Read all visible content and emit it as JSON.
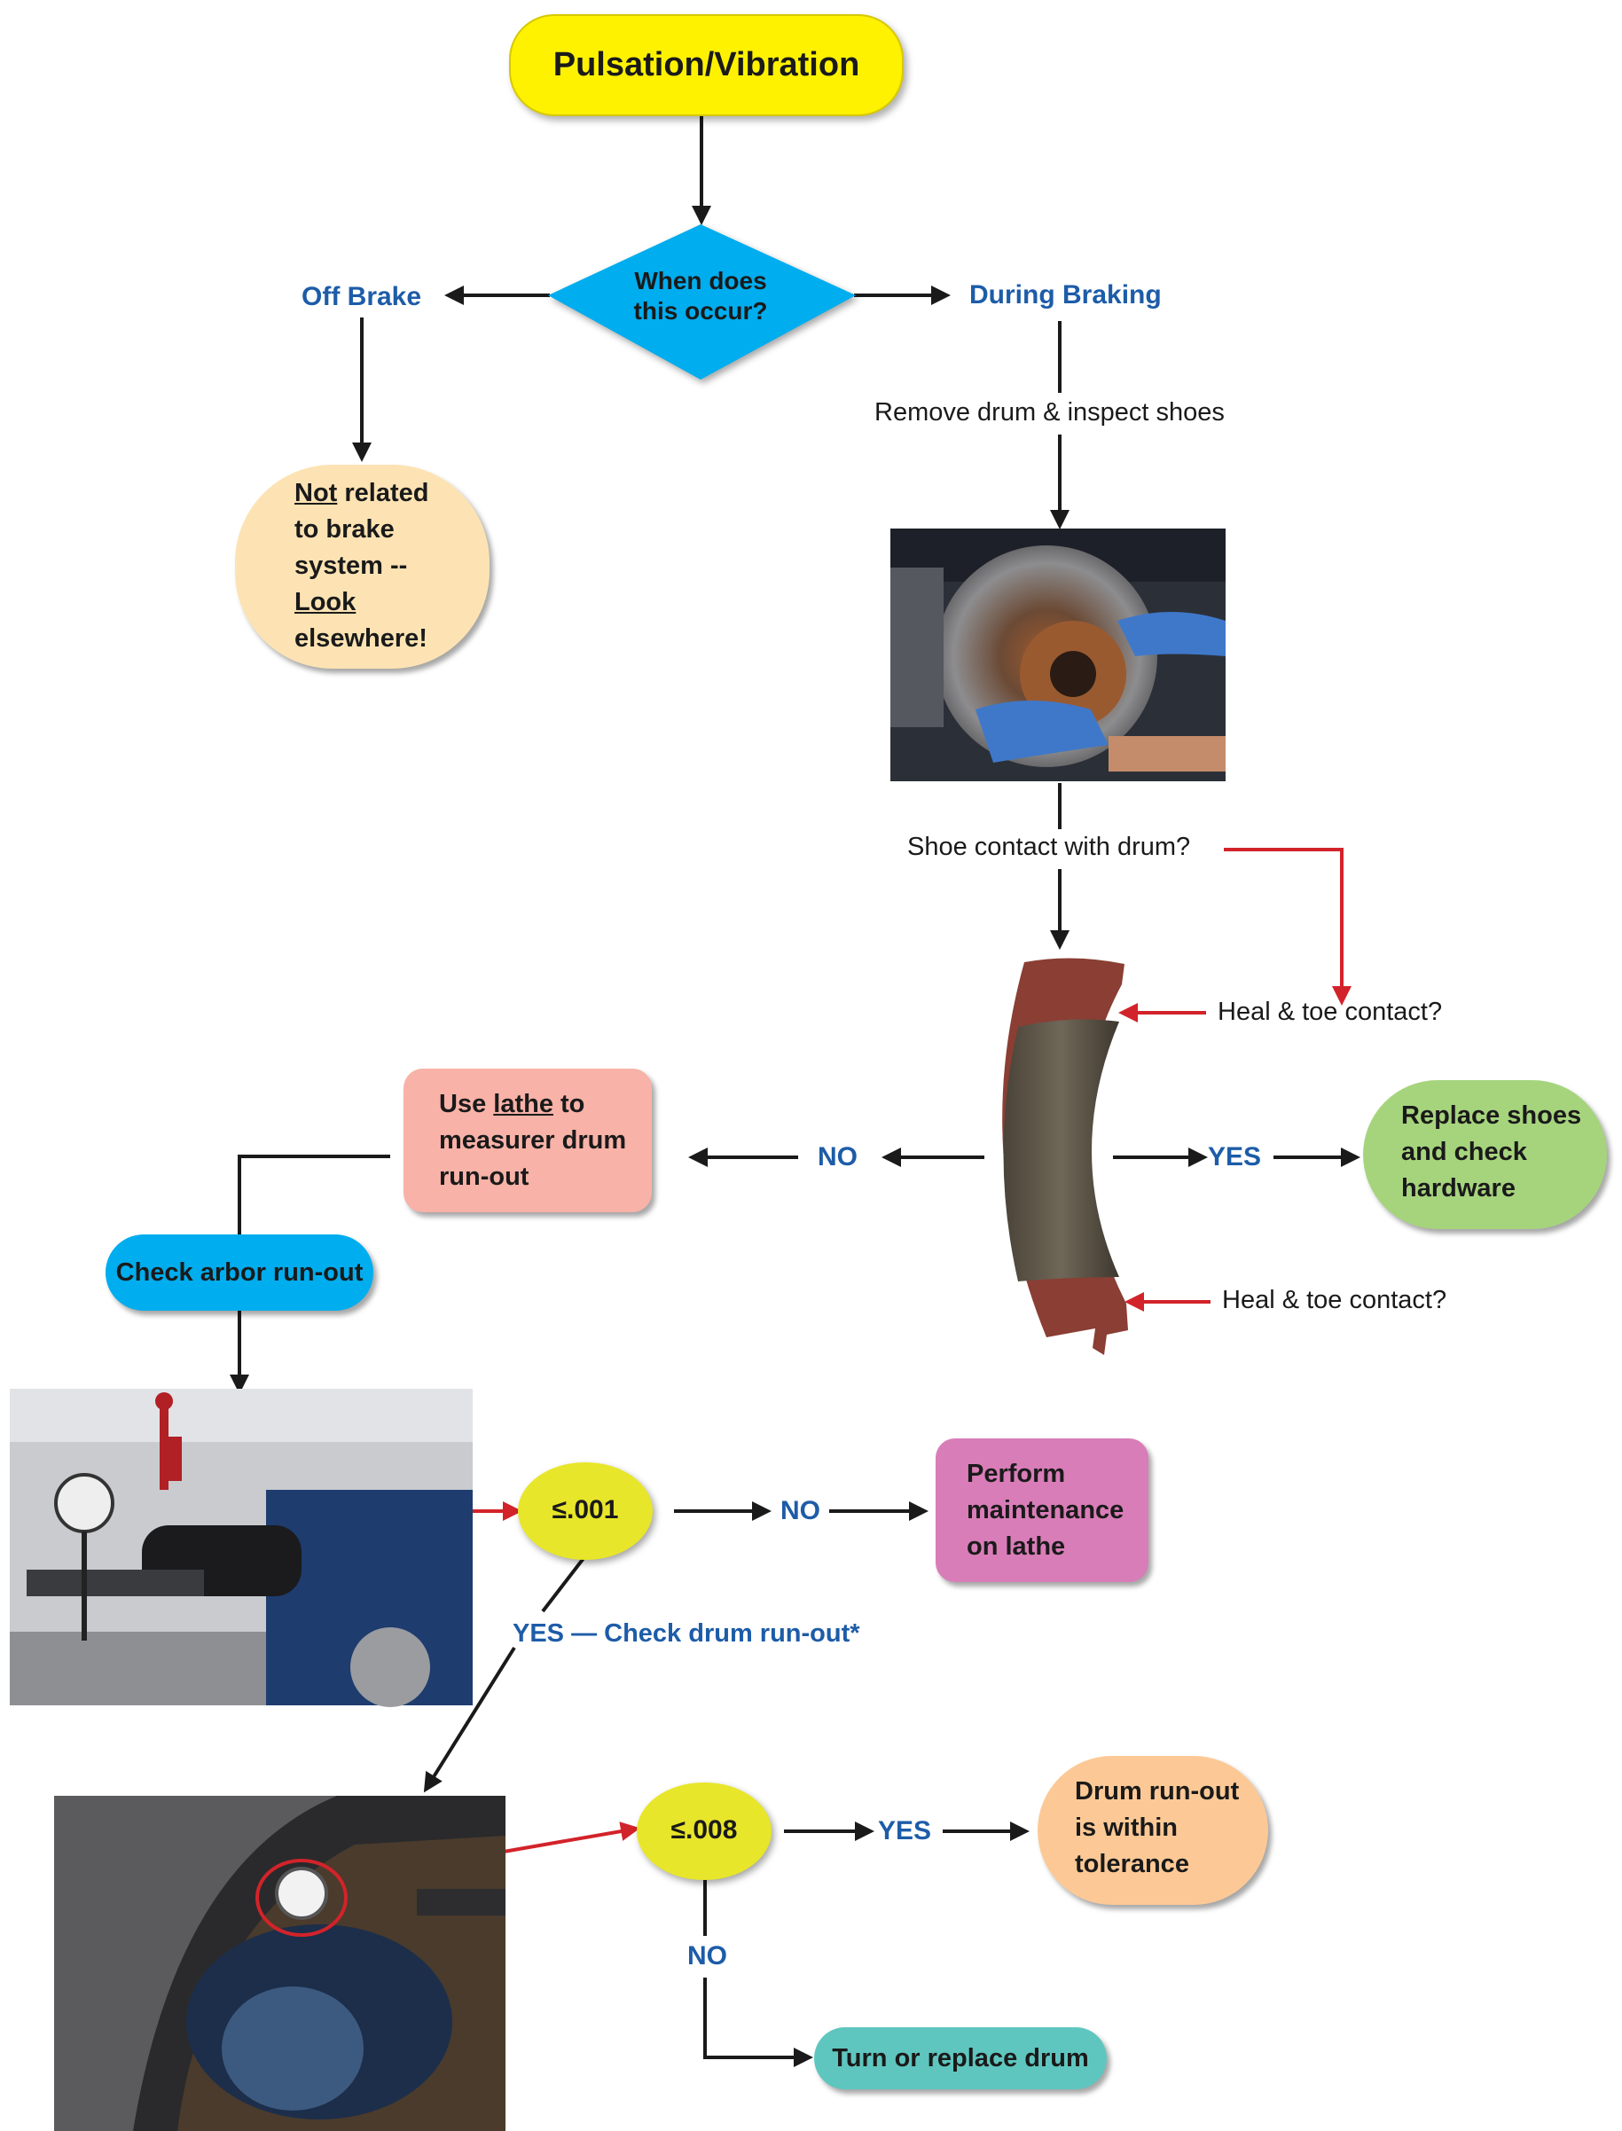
{
  "title": "Pulsation/Vibration",
  "decision": {
    "line1": "When does",
    "line2": "this occur?"
  },
  "off_brake": "Off Brake",
  "during_braking": "During Braking",
  "not_related": {
    "w1": "Not",
    "w2": " related",
    "l2": "to brake",
    "l3": "system --",
    "l4": "Look",
    "l5": "elsewhere!"
  },
  "remove_drum": "Remove drum & inspect shoes",
  "shoe_contact": "Shoe contact with drum?",
  "heal_toe_top": "Heal & toe contact?",
  "heal_toe_bottom": "Heal & toe contact?",
  "no_left": "NO",
  "yes_right": "YES",
  "replace_shoes": {
    "l1": "Replace shoes",
    "l2": "and check",
    "l3": "hardware"
  },
  "use_lathe": {
    "w1": "Use ",
    "w2": "lathe",
    "w3": " to",
    "l2": "measurer drum",
    "l3": "run-out"
  },
  "check_arbor": "Check arbor run-out",
  "le001": "≤.001",
  "no_mid": "NO",
  "perform": {
    "l1": "Perform",
    "l2": "maintenance",
    "l3": "on lathe"
  },
  "yes_check_drum": "YES — Check drum run-out*",
  "le008": "≤.008",
  "yes_lower": "YES",
  "within": {
    "l1": "Drum run-out",
    "l2": "is within",
    "l3": "tolerance"
  },
  "no_lower": "NO",
  "turn_replace": "Turn or replace drum",
  "colors": {
    "yellow": "#fff200",
    "cyan": "#00adee",
    "peach": "#fde3b3",
    "salmon": "#f8b2a8",
    "green": "#a6d47d",
    "pink": "#d97db8",
    "orange": "#fcc996",
    "teal": "#5fc6bf",
    "blue_text": "#1d5ca8",
    "red_arrow": "#d2232a"
  }
}
